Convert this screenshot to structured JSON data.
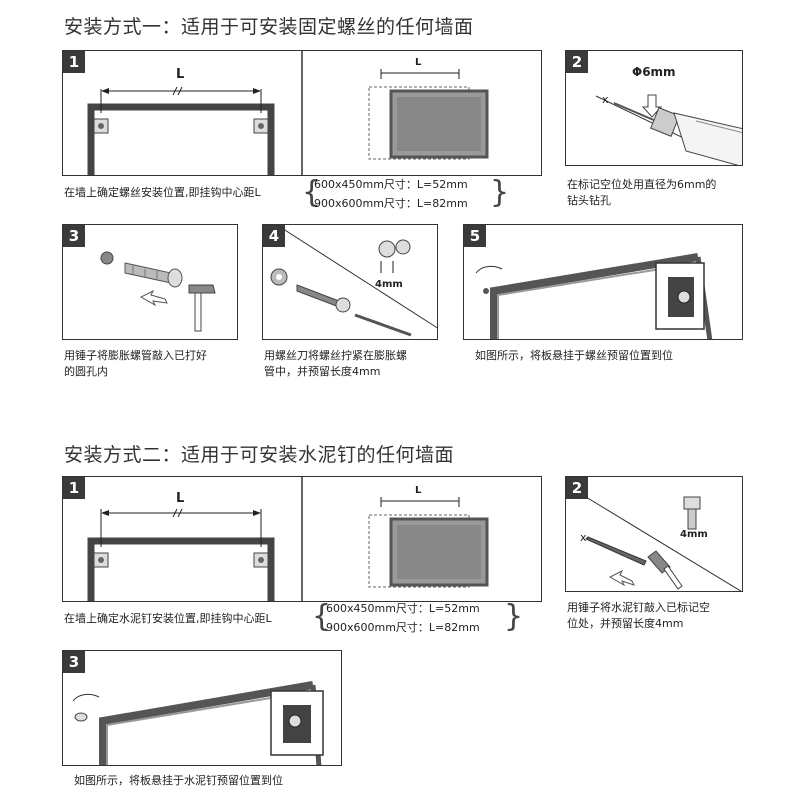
{
  "section1": {
    "title": "安装方式一：适用于可安装固定螺丝的任何墙面",
    "step1": {
      "num": "1",
      "dim_label": "L",
      "caption": "在墙上确定螺丝安装位置,即挂钩中心距L",
      "size_a": "600x450mm尺寸：L=52mm",
      "size_b": "900x600mm尺寸：L=82mm"
    },
    "step2": {
      "num": "2",
      "drill_label": "Φ6mm",
      "mark": "x",
      "caption_line1": "在标记空位处用直径为6mm的",
      "caption_line2": "钻头钻孔"
    },
    "step3": {
      "num": "3",
      "caption_line1": "用锤子将膨胀螺管敲入已打好",
      "caption_line2": "的圆孔内"
    },
    "step4": {
      "num": "4",
      "len_label": "4mm",
      "caption_line1": "用螺丝刀将螺丝拧紧在膨胀螺",
      "caption_line2": "管中，并预留长度4mm"
    },
    "step5": {
      "num": "5",
      "caption": "如图所示，将板悬挂于螺丝预留位置到位"
    }
  },
  "section2": {
    "title": "安装方式二：适用于可安装水泥钉的任何墙面",
    "step1": {
      "num": "1",
      "dim_label": "L",
      "caption": "在墙上确定水泥钉安装位置,即挂钩中心距L",
      "size_a": "600x450mm尺寸：L=52mm",
      "size_b": "900x600mm尺寸：L=82mm"
    },
    "step2": {
      "num": "2",
      "len_label": "4mm",
      "mark": "x",
      "caption_line1": "用锤子将水泥钉敲入已标记空",
      "caption_line2": "位处，并预留长度4mm"
    },
    "step3": {
      "num": "3",
      "caption": "如图所示，将板悬挂于水泥钉预留位置到位"
    }
  }
}
